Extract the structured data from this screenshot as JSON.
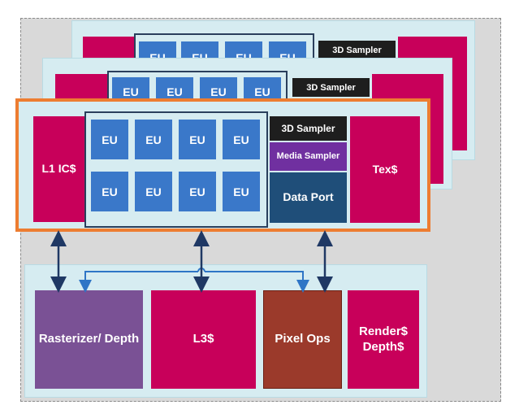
{
  "back_slices": [
    {
      "sampler_label": "3D Sampler",
      "eu_labels": [
        "EU",
        "EU",
        "EU",
        "EU"
      ]
    },
    {
      "sampler_label": "3D Sampler",
      "eu_labels": [
        "EU",
        "EU",
        "EU",
        "EU"
      ]
    }
  ],
  "front_slice": {
    "l1_label": "L1 IC$",
    "eu_labels": [
      "EU",
      "EU",
      "EU",
      "EU",
      "EU",
      "EU",
      "EU",
      "EU"
    ],
    "sampler_3d_label": "3D Sampler",
    "media_sampler_label": "Media Sampler",
    "data_port_label": "Data Port",
    "tex_label": "Tex$"
  },
  "bottom": {
    "rasterizer_label": "Rasterizer/ Depth",
    "l3_label": "L3$",
    "pixel_ops_label": "Pixel Ops",
    "render_label": "Render$ Depth$"
  },
  "colors": {
    "slice_bg": "#d6ecf1",
    "magenta": "#c8005a",
    "eu_blue": "#3a78c9",
    "data_port": "#1f4e79",
    "media_sampler": "#7030a0",
    "rasterizer": "#7a5195",
    "pixel_ops": "#9b3a2b",
    "front_border": "#ed7d31",
    "arrow_dark": "#1f3864",
    "arrow_light": "#2e75c6"
  }
}
